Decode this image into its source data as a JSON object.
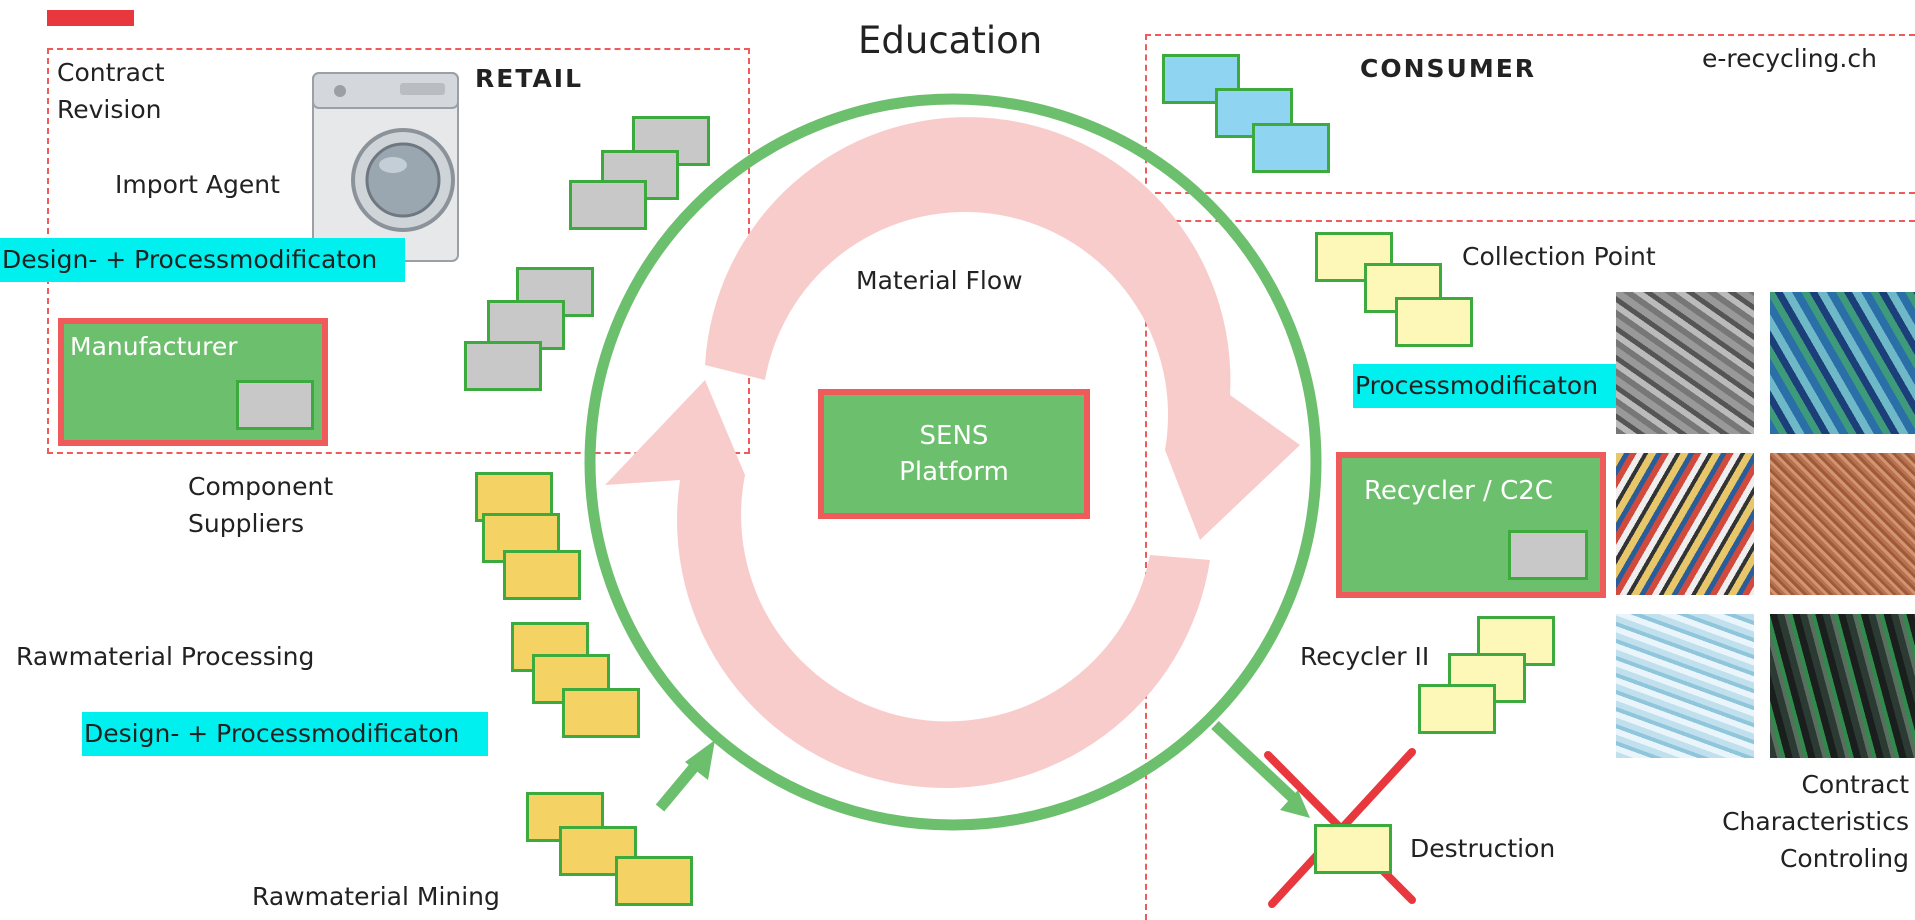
{
  "title": "Education",
  "site": "e-recycling.ch",
  "sections": {
    "retail": "RETAIL",
    "consumer": "CONSUMER"
  },
  "center": {
    "flow_label": "Material Flow",
    "platform_line1": "SENS",
    "platform_line2": "Platform"
  },
  "left": {
    "contract_revision_1": "Contract",
    "contract_revision_2": "Revision",
    "import_agent": "Import Agent",
    "design_mod_top": "Design- + Processmodificaton",
    "manufacturer": "Manufacturer",
    "component_suppliers_1": "Component",
    "component_suppliers_2": "Suppliers",
    "rawmaterial_processing": "Rawmaterial Processing",
    "design_mod_bottom": "Design- + Processmodificaton",
    "rawmaterial_mining": "Rawmaterial Mining"
  },
  "right": {
    "collection_point": "Collection Point",
    "processmod": "Processmodificaton",
    "recycler_c2c": "Recycler / C2C",
    "recycler_ii": "Recycler II",
    "destruction": "Destruction",
    "contract_1": "Contract",
    "contract_2": "Characteristics",
    "contract_3": "Controling"
  },
  "colors": {
    "accent_red": "#e8383d",
    "dash_red": "#ef5a5a",
    "green": "#6cbf6c",
    "circle_green": "#6cbf6c",
    "flow_pink": "#f9cccc",
    "highlight_cyan": "#00f0f0",
    "card_grey": "#c8c8c8",
    "card_blue": "#8fd4f0",
    "card_yellow": "#fdf8b8",
    "card_orange": "#f5d264"
  },
  "icons": [
    "washing-machine-icon",
    "material-photo-tiles",
    "cross-out-icon"
  ]
}
